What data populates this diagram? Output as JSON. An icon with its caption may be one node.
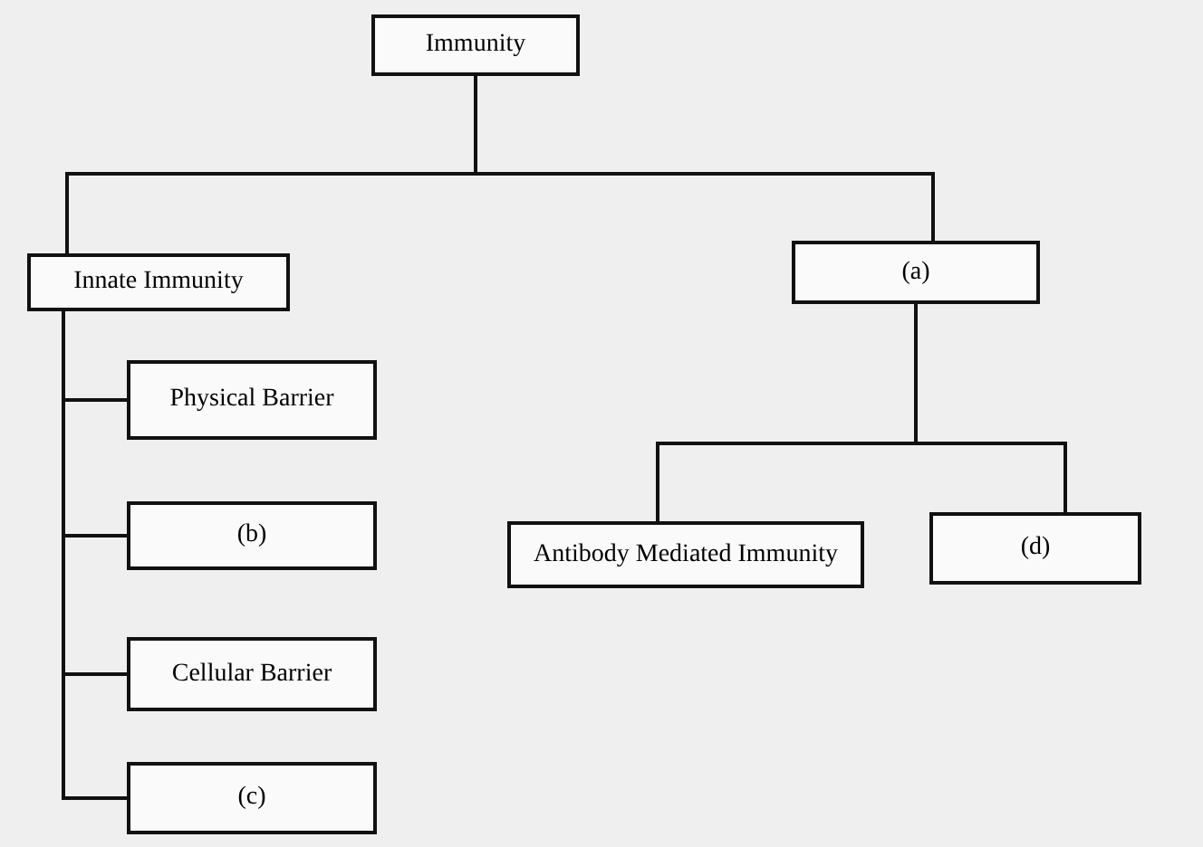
{
  "diagram": {
    "nodes": [
      {
        "text": [
          "Immunity"
        ]
      },
      {
        "text": [
          "Innate Immunity"
        ]
      },
      {
        "text": [
          "(a)"
        ]
      },
      {
        "text": [
          "Physical Barrier"
        ]
      },
      {
        "text": [
          "(b)"
        ]
      },
      {
        "text": [
          "Cellular Barrier"
        ]
      },
      {
        "text": [
          "(c)"
        ]
      },
      {
        "text": [
          "Antibody Mediated Immunity"
        ]
      },
      {
        "text": [
          "(d)"
        ]
      }
    ],
    "edges": [
      {
        "from": 0,
        "to": 1,
        "arrow": "none"
      },
      {
        "from": 0,
        "to": 2,
        "arrow": "none"
      },
      {
        "from": 1,
        "to": 3,
        "arrow": "none"
      },
      {
        "from": 1,
        "to": 4,
        "arrow": "none"
      },
      {
        "from": 1,
        "to": 5,
        "arrow": "none"
      },
      {
        "from": 1,
        "to": 6,
        "arrow": "none"
      },
      {
        "from": 2,
        "to": 7,
        "arrow": "none"
      },
      {
        "from": 2,
        "to": 8,
        "arrow": "none"
      }
    ]
  }
}
